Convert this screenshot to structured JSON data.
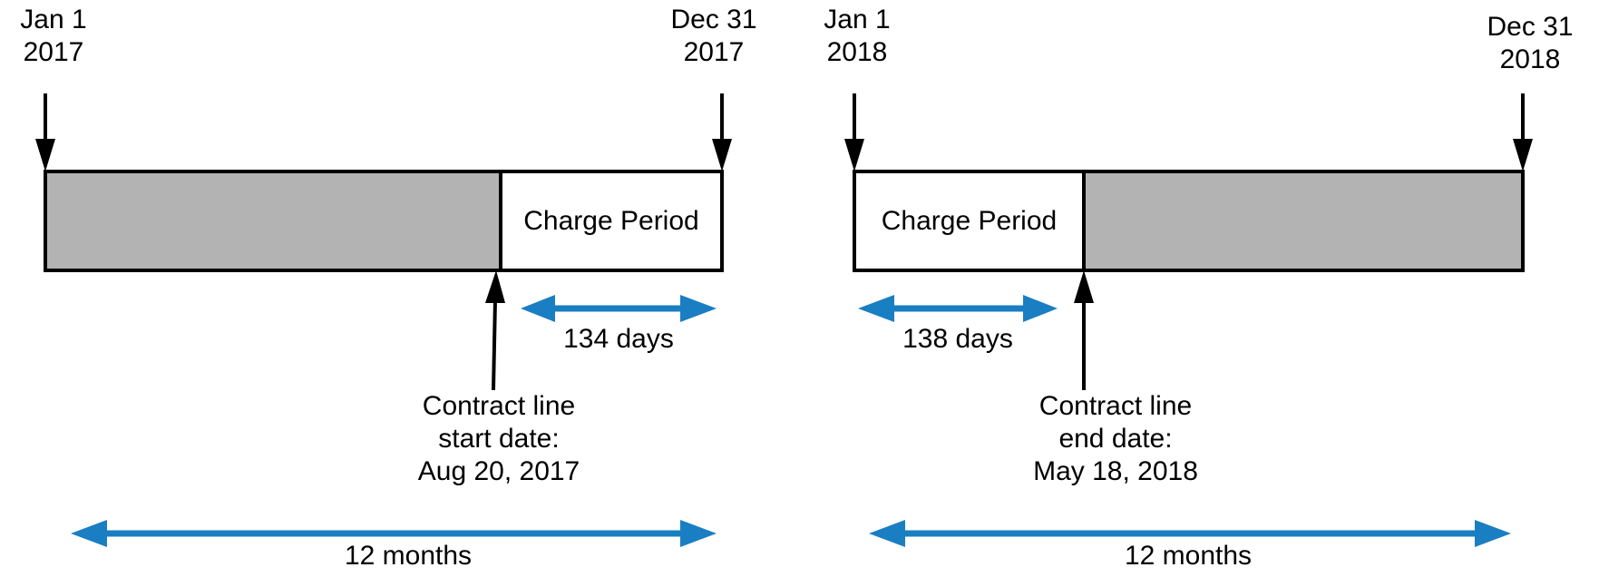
{
  "colors": {
    "filled_segment": "#b3b3b3",
    "arrow_blue": "#1a7ec2",
    "outline": "#000000"
  },
  "timelines": [
    {
      "start_label": [
        "Jan 1",
        "2017"
      ],
      "end_label": [
        "Dec 31",
        "2017"
      ],
      "charge_period_label": "Charge Period",
      "duration_label": "134 days",
      "marker_label": [
        "Contract line",
        "start date:",
        "Aug 20, 2017"
      ],
      "span_label": "12 months"
    },
    {
      "start_label": [
        "Jan 1",
        "2018"
      ],
      "end_label": [
        "Dec 31",
        "2018"
      ],
      "charge_period_label": "Charge Period",
      "duration_label": "138 days",
      "marker_label": [
        "Contract line",
        "end date:",
        "May 18, 2018"
      ],
      "span_label": "12 months"
    }
  ]
}
